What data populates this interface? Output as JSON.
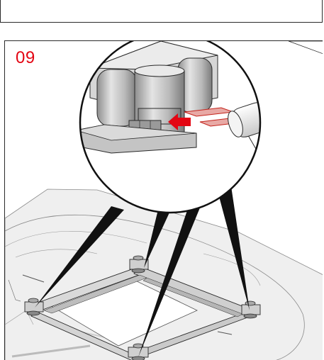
{
  "step": {
    "number": "09"
  },
  "illustration": {
    "subject": "frame-leveling-with-hammer-and-shims",
    "icons": [
      "magnifier-callout",
      "hammer-icon",
      "shim-icon",
      "arrow-icon",
      "hand-icon",
      "frame-icon"
    ],
    "colors": {
      "accent": "#e30613",
      "line": "#2a2a2a",
      "metal": "#bdbdbd",
      "floor": "#e9e9e9"
    }
  }
}
